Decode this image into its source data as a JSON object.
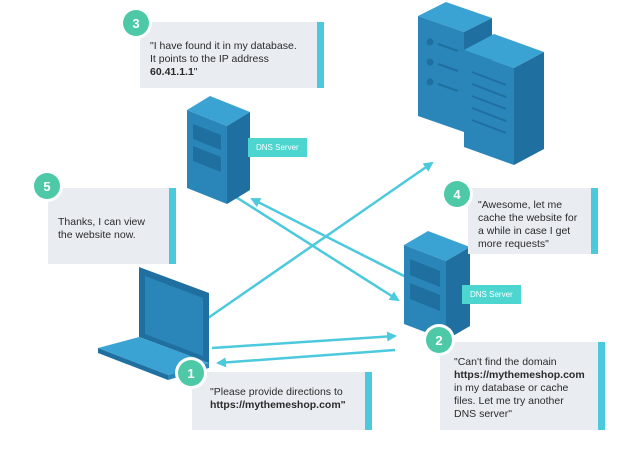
{
  "colors": {
    "device_dark": "#1f6fa0",
    "device_mid": "#2a86b8",
    "device_light": "#3aa3d3",
    "arrow": "#4dc9dd",
    "card_bg": "#e9edf2",
    "badge": "#4dc9a8",
    "tag": "#4dd5d0"
  },
  "icons": [
    "laptop-icon",
    "server-tower-icon",
    "server-rack-icon"
  ],
  "steps": [
    {
      "number": "1",
      "lines": [
        "\"Please provide directions to",
        "https://mythemeshop.com\""
      ],
      "bold": [
        false,
        true
      ]
    },
    {
      "number": "2",
      "lines": [
        "\"Can't find the domain",
        "https://mythemeshop.com",
        "in my database or cache",
        "files. Let me try another",
        "DNS server\""
      ],
      "bold": [
        false,
        true,
        false,
        false,
        false
      ]
    },
    {
      "number": "3",
      "lines": [
        "\"I have found it in my database.",
        "It points to the IP address 60.41.1.1\""
      ]
    },
    {
      "number": "4",
      "lines": [
        "\"Awesome, let me",
        "cache the website for",
        "a while in case I get",
        "more requests\""
      ]
    },
    {
      "number": "5",
      "lines": [
        "Thanks, I can view",
        "the website now."
      ]
    }
  ],
  "labels": {
    "dns_top": "DNS Server",
    "dns_right": "DNS Server"
  }
}
